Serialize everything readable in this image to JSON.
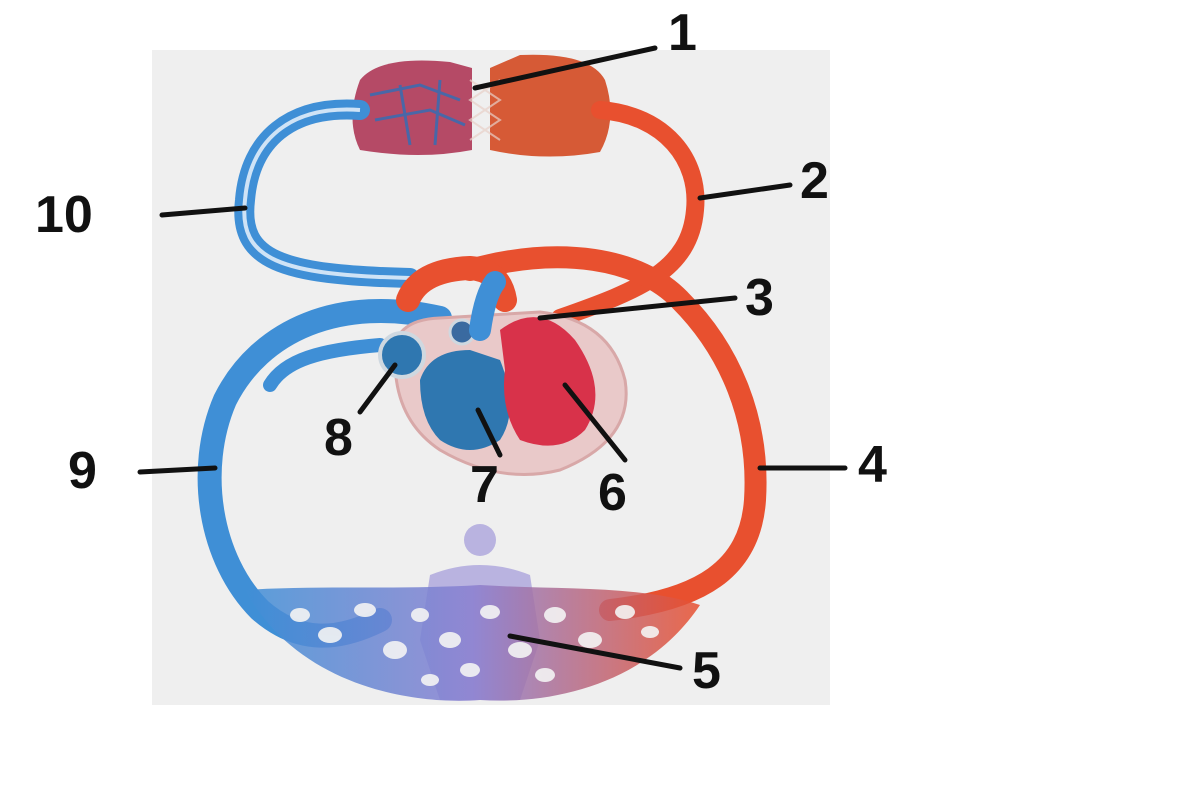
{
  "diagram": {
    "labels": [
      "1",
      "2",
      "3",
      "4",
      "5",
      "6",
      "7",
      "8",
      "9",
      "10"
    ]
  },
  "colors": {
    "oxygenated": "#e8502f",
    "deoxygenated": "#3f8fd6",
    "panel": "#efefef",
    "label": "#111111"
  }
}
